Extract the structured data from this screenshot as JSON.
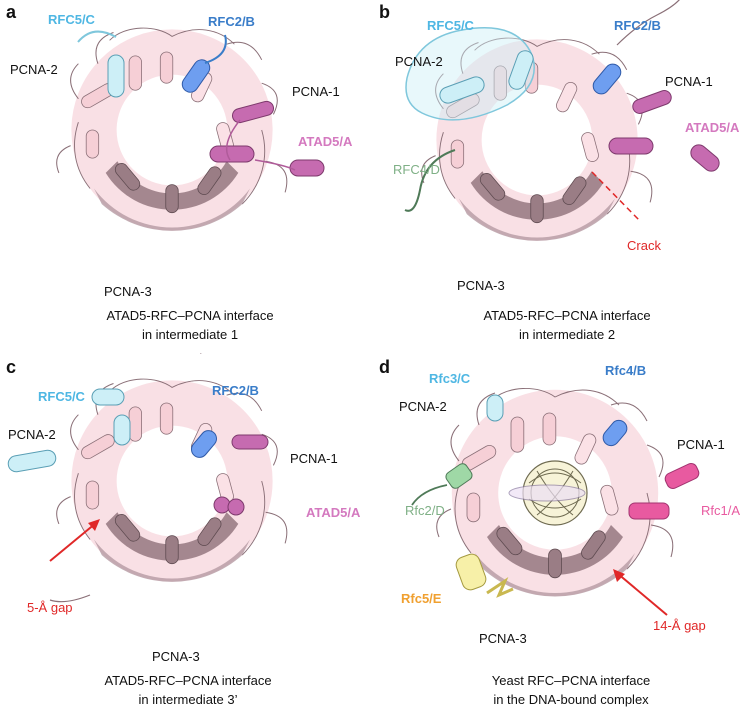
{
  "colors": {
    "rfc5c": "#4fb7e3",
    "rfc2b": "#3a7dc9",
    "atad5a": "#d479bf",
    "rfc4d": "#7fb086",
    "rfc5e": "#f0a030",
    "rfc1a": "#e85aa0",
    "crack": "#e02828",
    "pcna_light": "#f4c7cf",
    "pcna_dark": "#9a7d85"
  },
  "panels": {
    "a": {
      "letter": "a",
      "labels": {
        "rfc5c": "RFC5/C",
        "rfc2b": "RFC2/B",
        "pcna2": "PCNA-2",
        "pcna1": "PCNA-1",
        "atad5a": "ATAD5/A",
        "pcna3": "PCNA-3"
      },
      "caption": [
        "ATAD5-RFC–PCNA interface",
        "in intermediate 1"
      ]
    },
    "b": {
      "letter": "b",
      "labels": {
        "rfc5c": "RFC5/C",
        "rfc2b": "RFC2/B",
        "pcna2": "PCNA-2",
        "pcna1": "PCNA-1",
        "atad5a": "ATAD5/A",
        "rfc4d": "RFC4/D",
        "crack": "Crack",
        "pcna3": "PCNA-3"
      },
      "caption": [
        "ATAD5-RFC–PCNA interface",
        "in intermediate 2"
      ]
    },
    "c": {
      "letter": "c",
      "labels": {
        "rfc5c": "RFC5/C",
        "rfc2b": "RFC2/B",
        "pcna2": "PCNA-2",
        "pcna1": "PCNA-1",
        "atad5a": "ATAD5/A",
        "gap": "5-Å gap",
        "pcna3": "PCNA-3"
      },
      "caption": [
        "ATAD5-RFC–PCNA interface",
        "in intermediate 3’"
      ]
    },
    "d": {
      "letter": "d",
      "labels": {
        "rfc3c": "Rfc3/C",
        "rfc4b": "Rfc4/B",
        "pcna2": "PCNA-2",
        "pcna1": "PCNA-1",
        "rfc2d": "Rfc2/D",
        "rfc1a": "Rfc1/A",
        "rfc5e": "Rfc5/E",
        "gap": "14-Å gap",
        "pcna3": "PCNA-3"
      },
      "caption": [
        "Yeast RFC–PCNA interface",
        "in the DNA-bound complex"
      ]
    }
  }
}
